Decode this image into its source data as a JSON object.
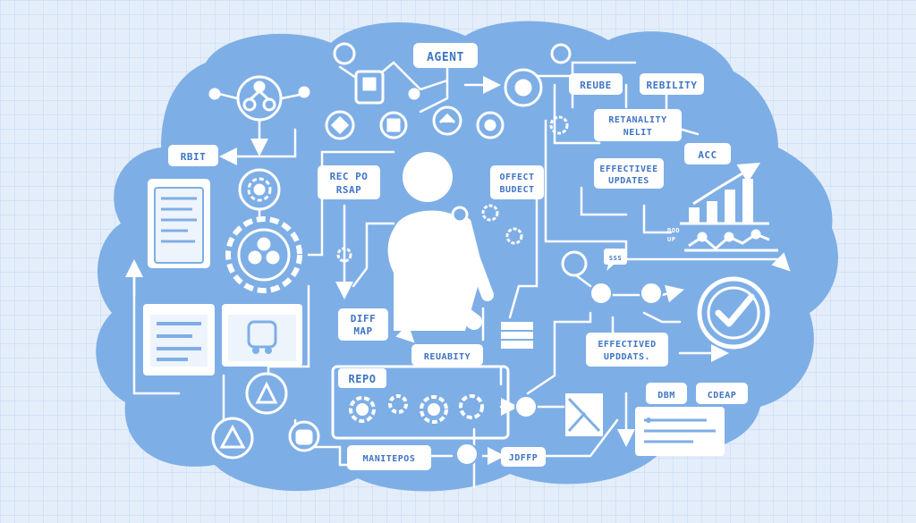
{
  "labels": {
    "agent": "AGENT",
    "reube": "REUBE",
    "rebility": "REBILITY",
    "retanality": "RETANALITY",
    "nelit": "NELIT",
    "rbit": "RBIT",
    "recpo": "REC PO",
    "rsap": "RSAP",
    "offect": "OFFECT",
    "budect": "BUDECT",
    "effective_top": "EFFECTIVEE",
    "updates_top": "UPDATES",
    "acc": "ACC",
    "diff": "DIFF",
    "map": "MAP",
    "reliability": "REUABITY",
    "effective_bottom": "EFFECTIVED",
    "updates_bottom": "UPDDATS.",
    "repo": "REPO",
    "dbm": "DBM",
    "cdeap": "CDEAP",
    "manitepos": "MANITEPOS",
    "jdfp": "JDFFP",
    "chart_note_1": "BOD",
    "chart_note_2": "UP",
    "bubble_text": "SSS"
  },
  "icons": {
    "network": "network-icon",
    "settings": "gear-icon",
    "success": "checkmark-icon"
  }
}
